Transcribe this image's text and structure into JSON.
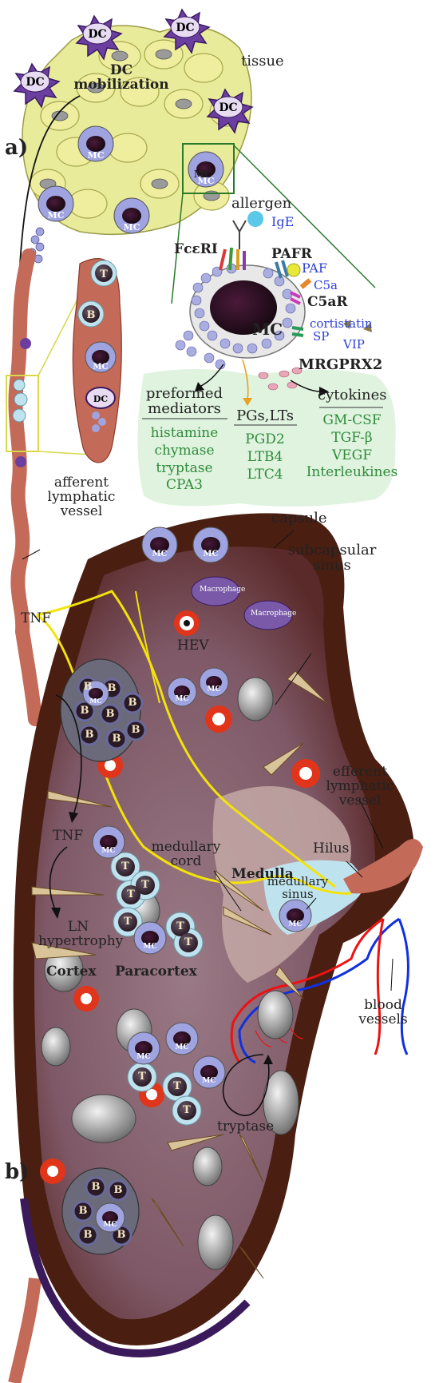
{
  "panel_labels": {
    "a": "a)",
    "b": "b)"
  },
  "tissue": {
    "label": "tissue",
    "dc_mobilization": [
      "DC",
      "mobilization"
    ],
    "dc": "DC",
    "mc": "MC"
  },
  "mast_cell_detail": {
    "allergen": "allergen",
    "ige": "IgE",
    "receptors": {
      "fceri": "FcεRI",
      "pafr": "PAFR",
      "c5ar": "C5aR",
      "mrgprx2": "MRGPRX2"
    },
    "ligands": {
      "paf": "PAF",
      "c5a": "C5a",
      "cortistatin": "cortistatin",
      "sp": "SP",
      "vip": "VIP"
    },
    "mc": "MC"
  },
  "mediators": {
    "preformed": {
      "title": [
        "preformed",
        "mediators"
      ],
      "items": [
        "histamine",
        "chymase",
        "tryptase",
        "CPA3"
      ]
    },
    "pgs_lts": {
      "title": "PGs,LTs",
      "items": [
        "PGD2",
        "LTB4",
        "LTC4"
      ]
    },
    "cytokines": {
      "title": "cytokines",
      "items": [
        "GM-CSF",
        "TGF-β",
        "VEGF",
        "Interleukines"
      ]
    }
  },
  "lymph_node": {
    "afferent": [
      "afferent",
      "lymphatic",
      "vessel"
    ],
    "capsule": "capsule",
    "subcapsular_sinus": [
      "subcapsular",
      "sinus"
    ],
    "macrophage": "Macrophage",
    "hev": "HEV",
    "tnf1": "TNF",
    "tnf2": "TNF",
    "ln_hypertrophy": [
      "LN",
      "hypertrophy"
    ],
    "cortex": "Cortex",
    "paracortex": "Paracortex",
    "medullary_cord": [
      "medullary",
      "cord"
    ],
    "medulla": "Medulla",
    "hilus": "Hilus",
    "efferent": [
      "efferent",
      "lymphatic",
      "vessel"
    ],
    "medullary_sinus": [
      "medullary",
      "sinus"
    ],
    "blood_vessels": [
      "blood",
      "vessels"
    ],
    "tryptase": "tryptase",
    "cell_t": "T",
    "cell_b": "B",
    "mc": "MC"
  },
  "colors": {
    "dc": "#6b3fa0",
    "tissue_cell": "#e8eb9a",
    "mc_granule": "#8b8fd6",
    "green_box": "#dff3df",
    "node_capsule": "#4a1f12",
    "node_inner": "#8c6070",
    "lymph_vessel": "#c46a58",
    "yellow_line": "#f2e30a",
    "blood_red": "#e11",
    "blood_blue": "#1030e0"
  }
}
